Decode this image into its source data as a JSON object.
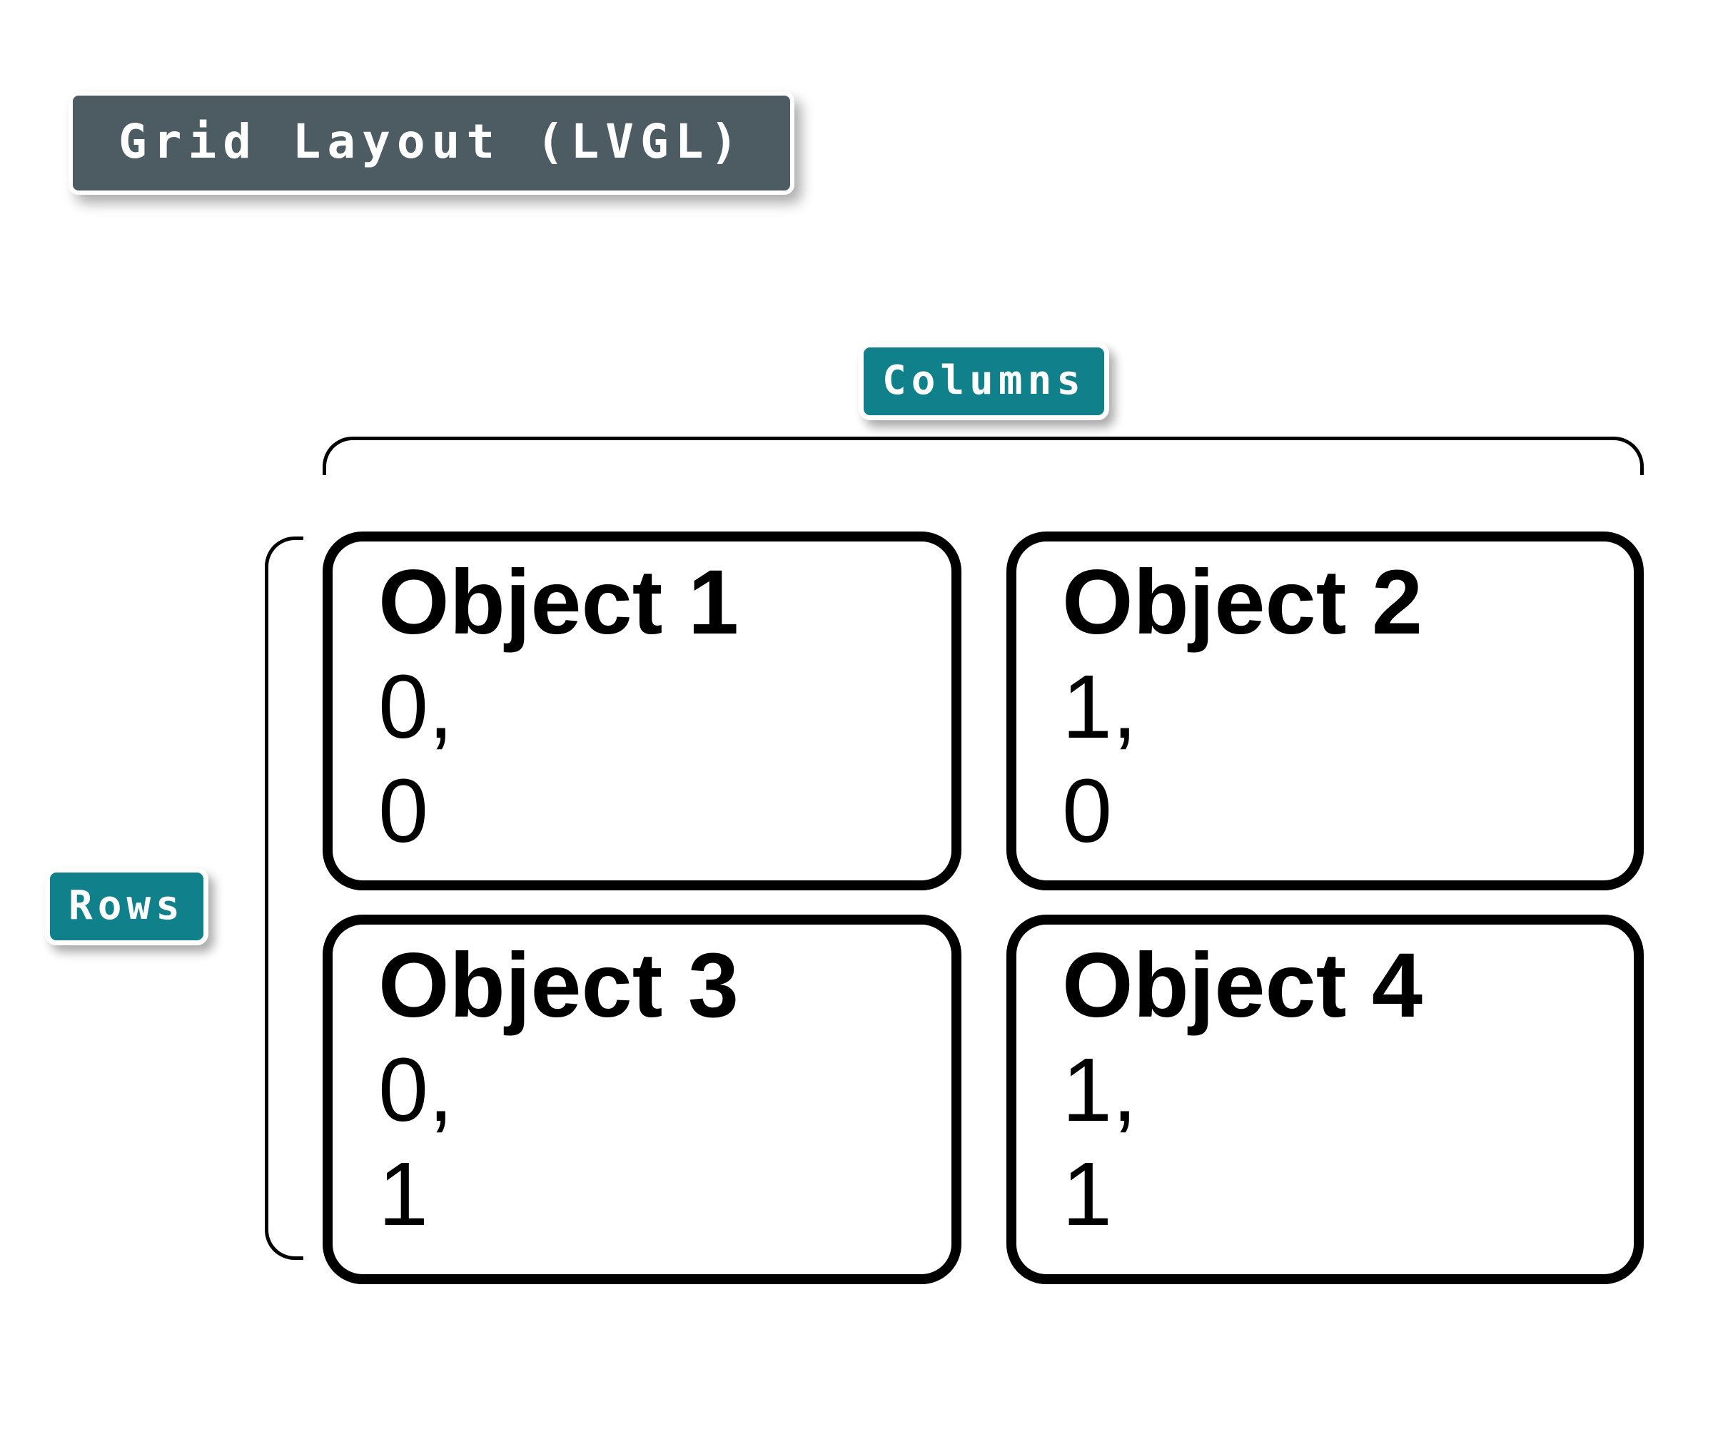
{
  "header": {
    "title": "Grid Layout (LVGL)"
  },
  "labels": {
    "columns": "Columns",
    "rows": "Rows"
  },
  "colors": {
    "badge_teal": "#10808a",
    "title_slate": "#4d5b62",
    "box_border": "#000000",
    "background": "#ffffff",
    "text_on_badge": "#ffffff",
    "text_on_box": "#000000"
  },
  "grid": {
    "columns": 2,
    "rows": 2,
    "objects": [
      {
        "title": "Object 1",
        "coord_line1": "0,",
        "coord_line2": "0"
      },
      {
        "title": "Object 2",
        "coord_line1": "1,",
        "coord_line2": "0"
      },
      {
        "title": "Object 3",
        "coord_line1": "0,",
        "coord_line2": "1"
      },
      {
        "title": "Object 4",
        "coord_line1": "1,",
        "coord_line2": "1"
      }
    ]
  }
}
